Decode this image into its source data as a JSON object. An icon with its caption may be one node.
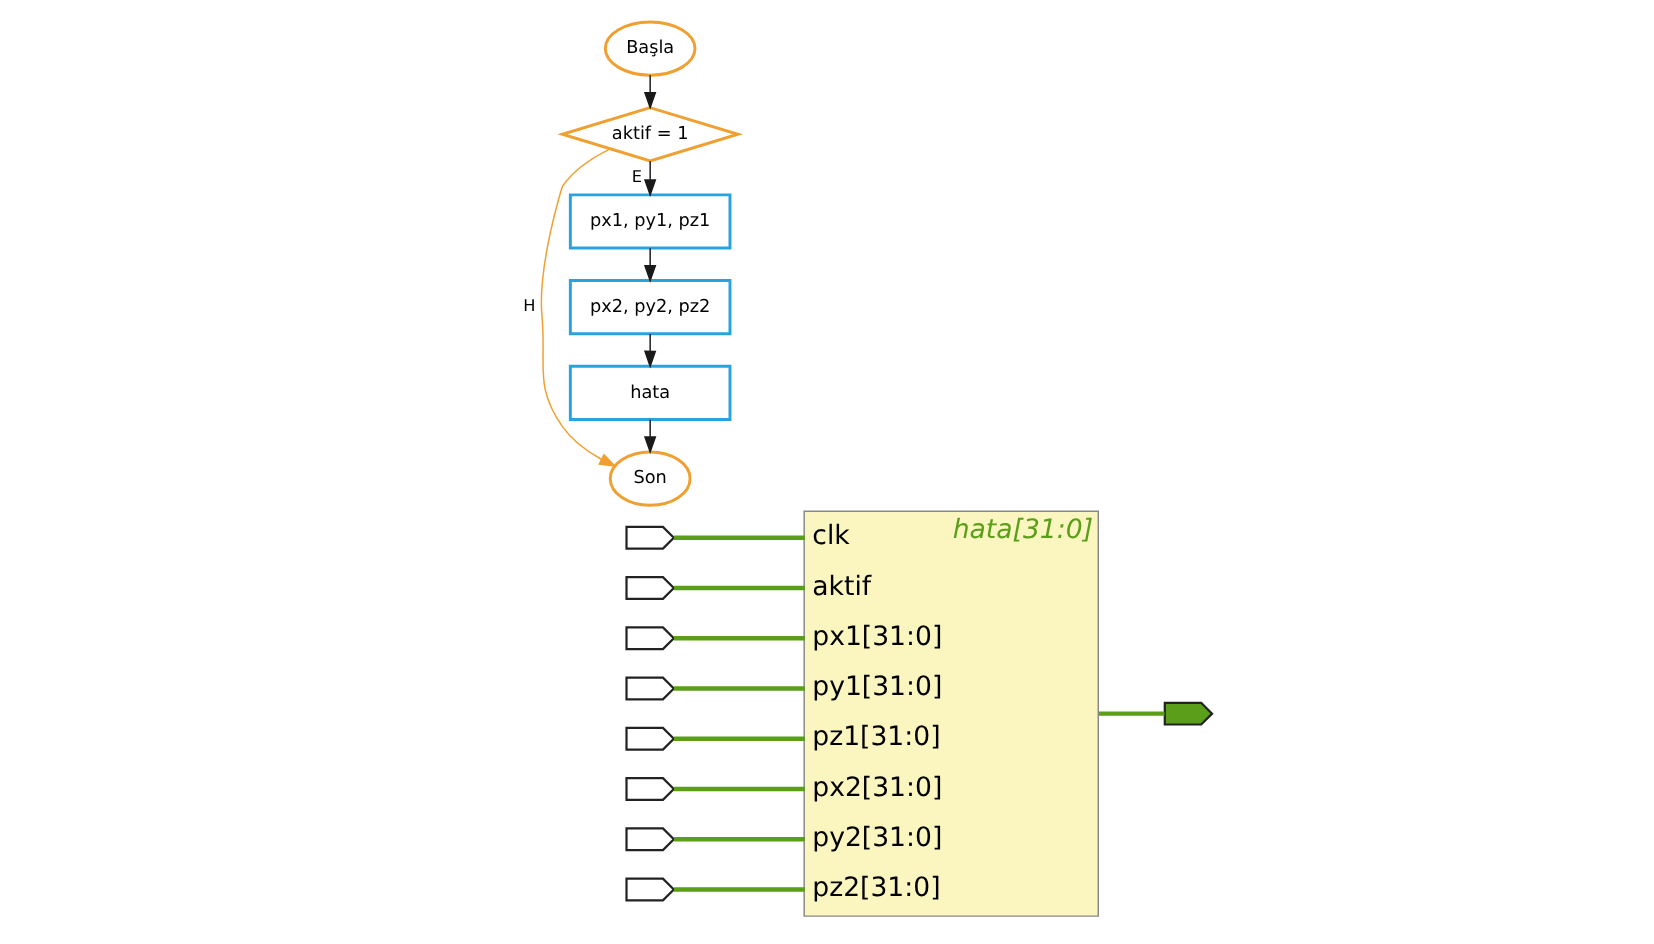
{
  "diagram": {
    "nodes": [
      {
        "text": [],
        "shape": "pentagon"
      },
      {
        "text": [],
        "shape": "pentagon"
      },
      {
        "text": [],
        "shape": "pentagon"
      },
      {
        "text": [],
        "shape": "pentagon"
      },
      {
        "text": [],
        "shape": "pentagon"
      },
      {
        "text": [],
        "shape": "pentagon"
      },
      {
        "text": [],
        "shape": "pentagon"
      },
      {
        "text": [],
        "shape": "pentagon"
      },
      {
        "text": [
          "clk",
          "aktif",
          "px1[31:0]",
          "py1[31:0]",
          "pz1[31:0]",
          "px2[31:0]",
          "py2[31:0]",
          "pz2[31:0]",
          "hata[31:0]"
        ]
      },
      {
        "text": [],
        "shape": "pentagon"
      },
      {
        "text": [
          "Başla"
        ]
      },
      {
        "text": [
          "aktif = 1"
        ]
      },
      {
        "text": [
          "px1, py1, pz1"
        ]
      },
      {
        "text": [
          "px2, py2, pz2"
        ]
      },
      {
        "text": [
          "hata"
        ]
      },
      {
        "text": [
          "Son"
        ]
      }
    ],
    "edges": [
      {
        "from": 0,
        "to": 8,
        "arrow": "none"
      },
      {
        "from": 1,
        "to": 8,
        "arrow": "none"
      },
      {
        "from": 2,
        "to": 8,
        "arrow": "none"
      },
      {
        "from": 3,
        "to": 8,
        "arrow": "none"
      },
      {
        "from": 4,
        "to": 8,
        "arrow": "none"
      },
      {
        "from": 5,
        "to": 8,
        "arrow": "none"
      },
      {
        "from": 6,
        "to": 8,
        "arrow": "none"
      },
      {
        "from": 7,
        "to": 8,
        "arrow": "none"
      },
      {
        "from": 8,
        "to": 9,
        "arrow": "none"
      },
      {
        "from": 10,
        "to": 11,
        "arrow": "to",
        "color": "#1a1a1a"
      },
      {
        "from": 11,
        "to": 12,
        "arrow": "to",
        "label": "E",
        "color": "#1a1a1a"
      },
      {
        "from": 12,
        "to": 13,
        "arrow": "to",
        "color": "#1a1a1a"
      },
      {
        "from": 13,
        "to": 14,
        "arrow": "to",
        "color": "#1a1a1a"
      },
      {
        "from": 14,
        "to": 15,
        "arrow": "to",
        "color": "#1a1a1a"
      },
      {
        "from": 11,
        "to": 15,
        "arrow": "to",
        "label": "H",
        "color": "#f0a030"
      }
    ]
  }
}
